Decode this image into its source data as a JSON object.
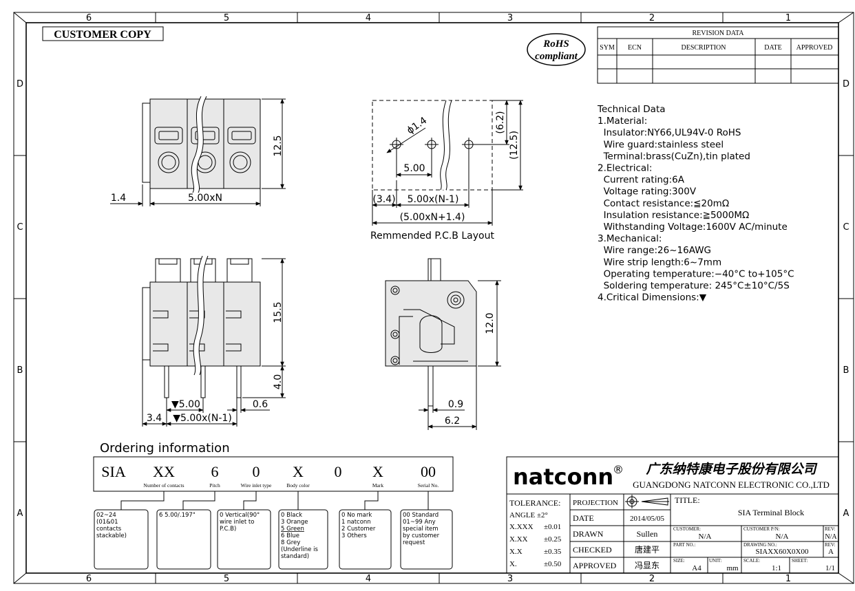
{
  "frame": {
    "cols_top": [
      "6",
      "5",
      "4",
      "3",
      "2",
      "1"
    ],
    "cols_bottom": [
      "6",
      "5",
      "4",
      "3",
      "2",
      "1"
    ],
    "rows_left": [
      "D",
      "C",
      "B",
      "A"
    ],
    "rows_right": [
      "D",
      "C",
      "B",
      "A"
    ]
  },
  "customer_copy": "CUSTOMER COPY",
  "rohs": {
    "line1": "RoHS",
    "line2": "compliant"
  },
  "revision": {
    "title": "REVISION DATA",
    "headers": [
      "SYM",
      "ECN",
      "DESCRIPTION",
      "DATE",
      "APPROVED"
    ]
  },
  "tech": {
    "lines": [
      "Technical Data",
      "1.Material:",
      "  Insulator:NY66,UL94V-0  RoHS",
      "  Wire  guard:stainless  steel",
      "  Terminal:brass(CuZn),tin  plated",
      "2.Electrical:",
      "  Current  rating:6A",
      "  Voltage  rating:300V",
      "  Contact  resistance:≦20mΩ",
      "  Insulation  resistance:≧5000MΩ",
      "  Withstanding  Voltage:1600V  AC/minute",
      "3.Mechanical:",
      "  Wire  range:26~16AWG",
      "  Wire  strip  length:6~7mm",
      "  Operating  temperature:−40°C  to+105°C",
      "  Soldering  temperature:  245°C±10°C/5S",
      "4.Critical  Dimensions:▼"
    ]
  },
  "dims": {
    "top_height": "12.5",
    "top_left": "1.4",
    "top_width": "5.00xN",
    "pcb_dia": "ϕ1.4",
    "pcb_62": "(6.2)",
    "pcb_125": "(12.5)",
    "pcb_pitch": "5.00",
    "pcb_34": "(3.4)",
    "pcb_n1": "5.00x(N-1)",
    "pcb_total": "(5.00xN+1.4)",
    "pcb_caption": "Remmended  P.C.B  Layout",
    "front_155": "15.5",
    "front_40": "4.0",
    "front_pitch": "▼5.00",
    "front_06": "0.6",
    "front_34": "3.4",
    "front_n1": "▼5.00x(N-1)",
    "side_120": "12.0",
    "side_09": "0.9",
    "side_62": "6.2"
  },
  "ordering": {
    "title": "Ordering  information",
    "codes": [
      "SIA",
      "XX",
      "6",
      "0",
      "X",
      "0",
      "X",
      "00"
    ],
    "sublabels": [
      "Number of contacts",
      "Pitch",
      "Wire inlet type",
      "Body color",
      "Mark",
      "Serial No."
    ],
    "boxes": [
      "02~24\n(01&01\ncontacts\nstackable)",
      "6 5.00/.197\"",
      "0 Vertical(90°\nwire inlet to\nP.C.B)",
      "0 Black\n3 Orange\n5 Green\n6 Blue\n8 Grey\n(Underline is\nstandard)",
      "0 No mark\n1 natconn\n2 Customer\n3 Others",
      "00 Standard\n01~99 Any\nspecial item\nby customer\nrequest"
    ]
  },
  "titleblock": {
    "brand": "natconn",
    "reg": "®",
    "company_cn": "广东纳特康电子股份有限公司",
    "company_en": "GUANGDONG NATCONN ELECTRONIC CO.,LTD",
    "tolerance": "TOLERANCE:",
    "angle": "ANGLE ±2°",
    "tol_rows": [
      {
        "k": "X.XXX",
        "v": "±0.01"
      },
      {
        "k": "X.XX",
        "v": "±0.25"
      },
      {
        "k": "X.X",
        "v": "±0.35"
      },
      {
        "k": "X.",
        "v": "±0.50"
      }
    ],
    "projection": "PROJECTION",
    "date_label": "DATE",
    "date_value": "2014/05/05",
    "drawn_label": "DRAWN",
    "drawn_value": "Sullen",
    "checked_label": "CHECKED",
    "checked_value": "唐建平",
    "approved_label": "APPROVED",
    "approved_value": "冯显东",
    "title_label": "TITLE:",
    "title_value": "SIA  Terminal Block",
    "customer_label": "CUSTOMER:",
    "customer_value": "N/A",
    "customer_pn_label": "CUSTOMER P/N:",
    "customer_pn_value": "N/A",
    "rev_label": "REV:",
    "rev_value_1": "N/A",
    "part_no_label": "PART NO.:",
    "drawing_no_label": "DRAWING NO.:",
    "drawing_no_value": "SIAXX60X0X00",
    "rev_value_2": "A",
    "size_label": "SIZE:",
    "size_value": "A4",
    "unit_label": "UNIT:",
    "unit_value": "mm",
    "scale_label": "SCALE:",
    "scale_value": "1:1",
    "sheet_label": "SHEET:",
    "sheet_value": "1/1"
  }
}
